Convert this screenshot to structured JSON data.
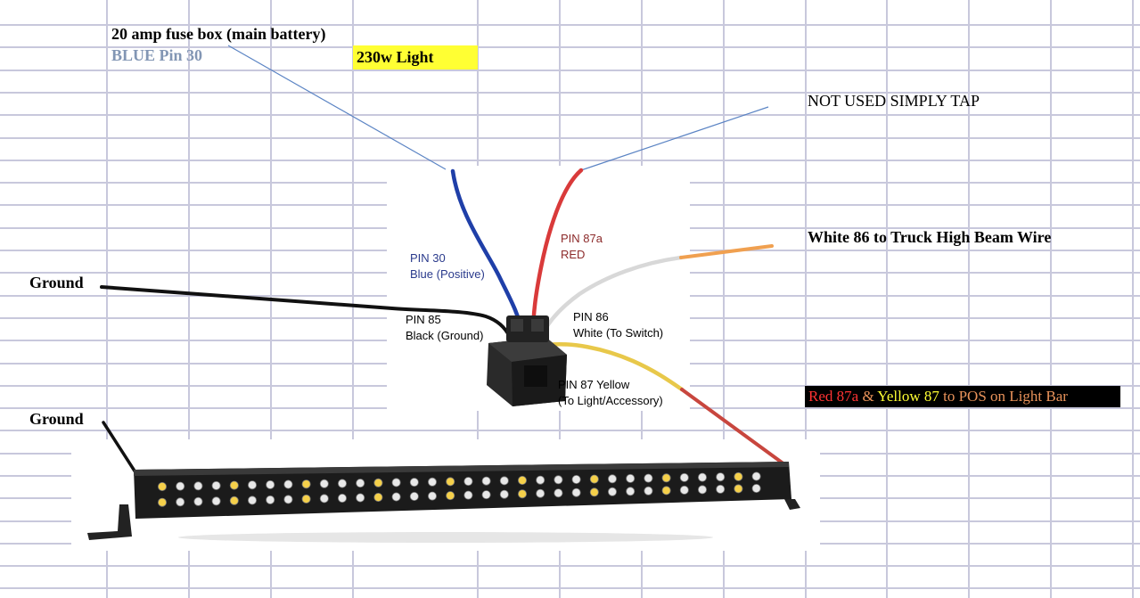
{
  "labels": {
    "fuse": "20 amp fuse box (main battery)",
    "blue_pin": "BLUE Pin 30",
    "light_watt": "230w Light",
    "not_used": "NOT USED SIMPLY TAP",
    "white86": "White 86 to Truck High Beam Wire",
    "ground1": "Ground",
    "ground2": "Ground",
    "pos_note": {
      "part1": "Red 87a",
      "part2": " & ",
      "part3": "Yellow 87",
      "part4": " to POS on Light Bar"
    }
  },
  "pins": {
    "pin30": {
      "title": "PIN 30",
      "desc": "Blue (Positive)"
    },
    "pin87a": {
      "title": "PIN 87a",
      "desc": "RED"
    },
    "pin85": {
      "title": "PIN 85",
      "desc": "Black (Ground)"
    },
    "pin86": {
      "title": "PIN 86",
      "desc": "White (To Switch)"
    },
    "pin87": {
      "title": "PIN 87 Yellow",
      "desc": "(To Light/Accessory)"
    }
  },
  "colors": {
    "grid_line": "#c8c8dc",
    "blue_wire": "#1f3fa8",
    "red_wire": "#d93a3a",
    "white_wire": "#e8e8e8",
    "orange_wire": "#f0a050",
    "yellow_wire": "#e8c84a",
    "black_wire": "#111111",
    "fuse_line": "#5b84c4",
    "blue_text": "#8296b4",
    "pin30_text": "#2a3a8c",
    "pin87a_text": "#8c2a2a",
    "red_text": "#ff3333",
    "yellow_text": "#ffff33",
    "orange_text": "#e8925a",
    "highlight_yellow": "#ffff33"
  },
  "icons": [
    "relay-icon",
    "led-light-bar-icon"
  ]
}
